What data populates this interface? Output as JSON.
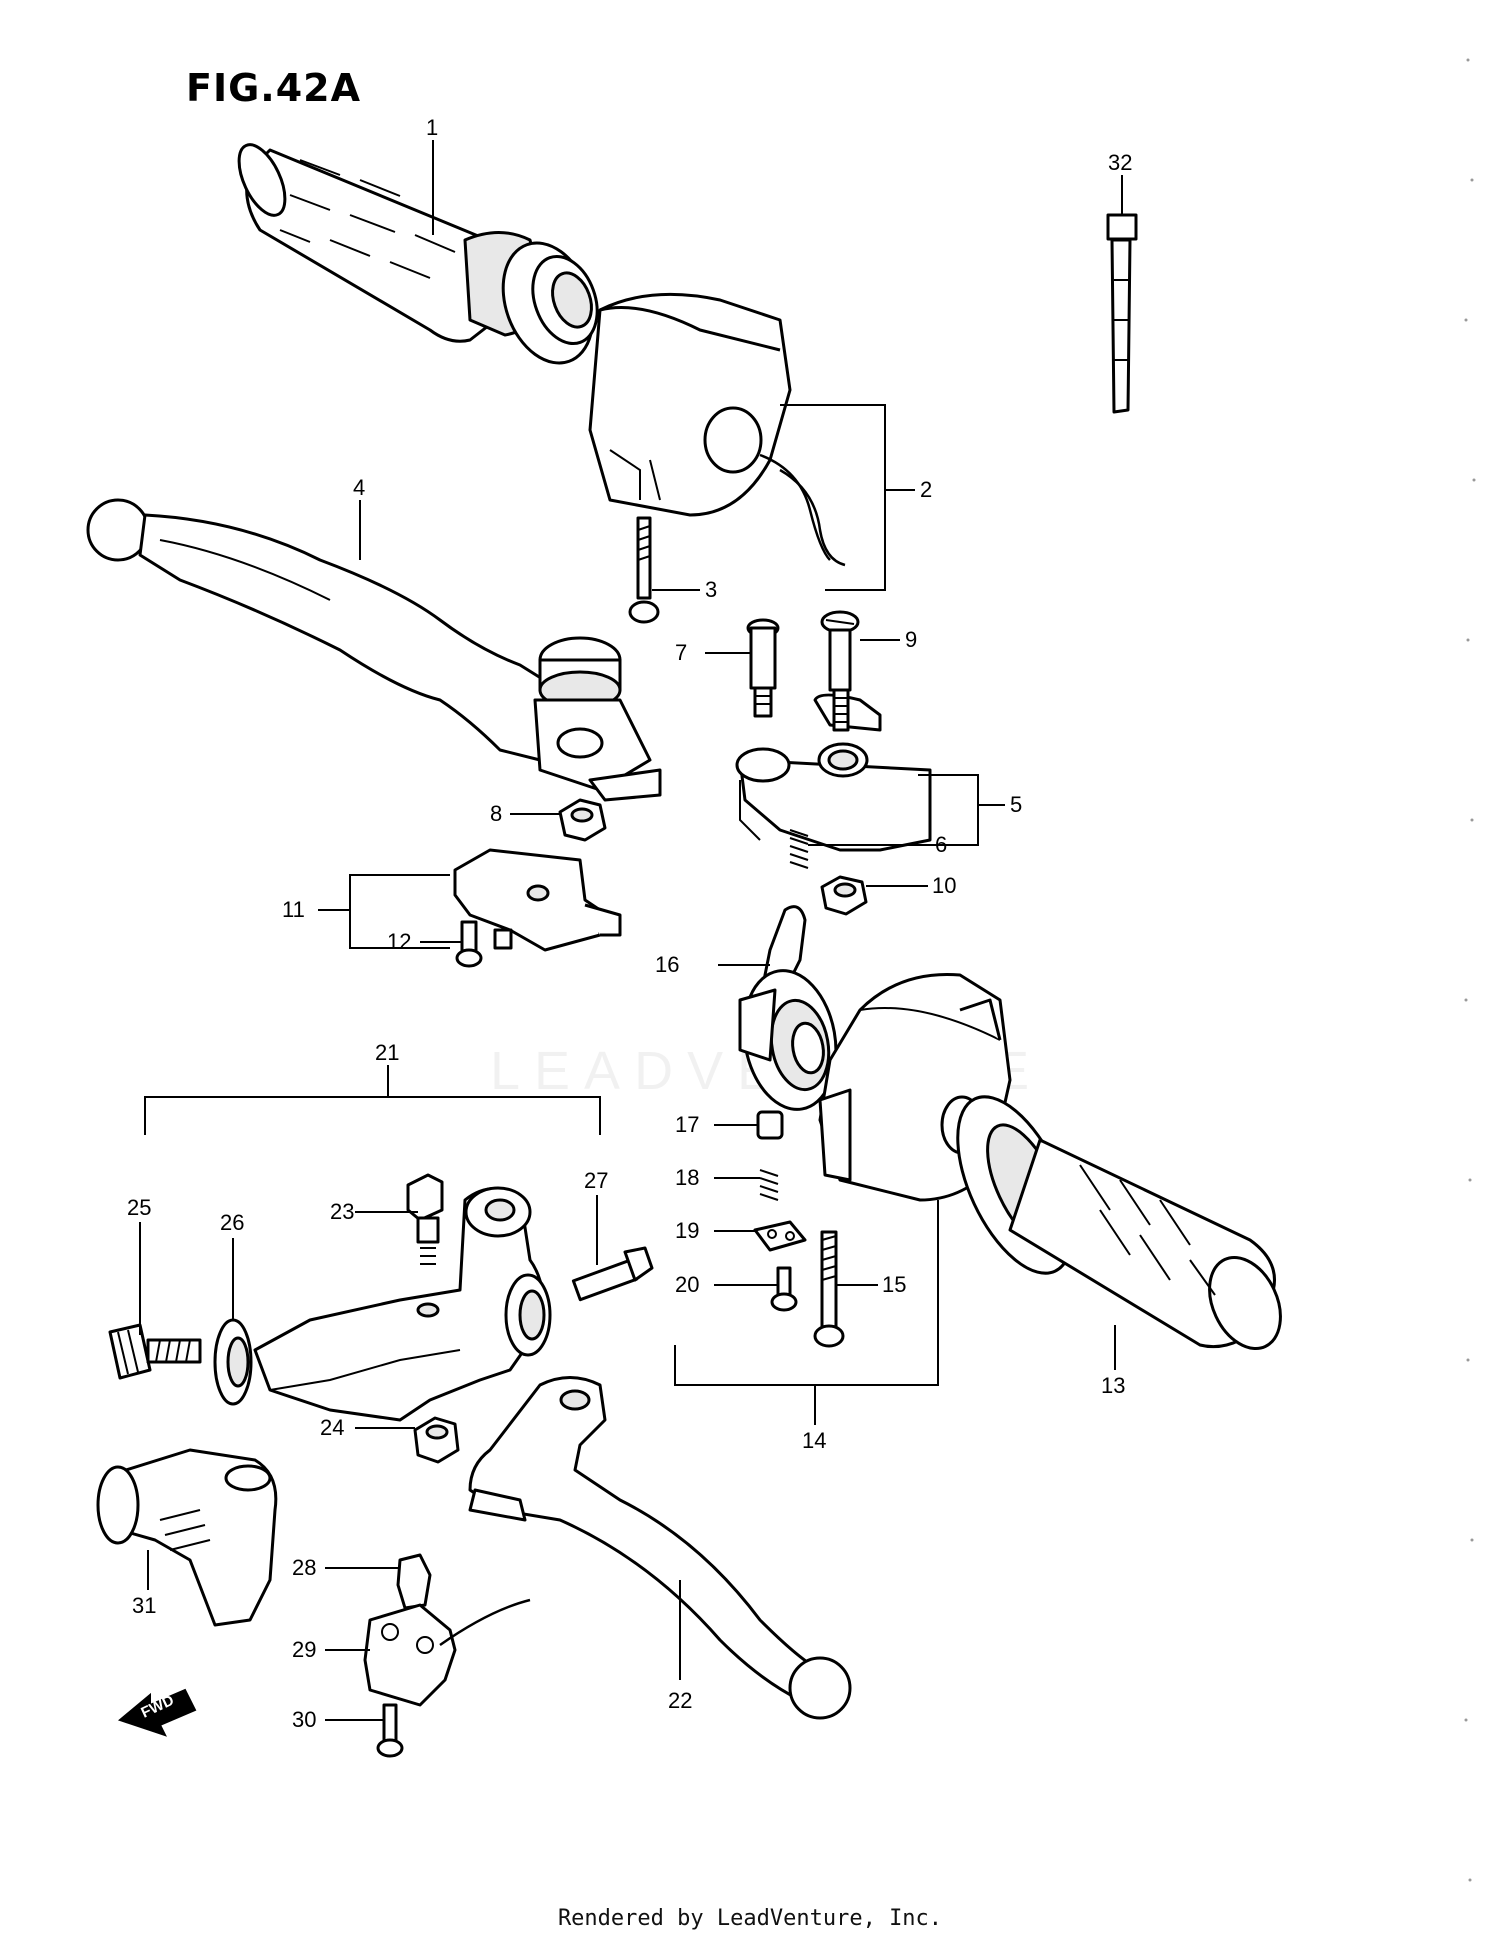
{
  "figure": {
    "title": "FIG.42A"
  },
  "footer": {
    "text": "Rendered by LeadVenture, Inc."
  },
  "watermark": {
    "text": "LEADVENTURE"
  },
  "fwd_marker": {
    "text": "FWD"
  },
  "callouts": [
    "1",
    "2",
    "3",
    "4",
    "5",
    "6",
    "7",
    "8",
    "9",
    "10",
    "11",
    "12",
    "13",
    "14",
    "15",
    "16",
    "17",
    "18",
    "19",
    "20",
    "21",
    "22",
    "23",
    "24",
    "25",
    "26",
    "27",
    "28",
    "29",
    "30",
    "31",
    "32"
  ]
}
